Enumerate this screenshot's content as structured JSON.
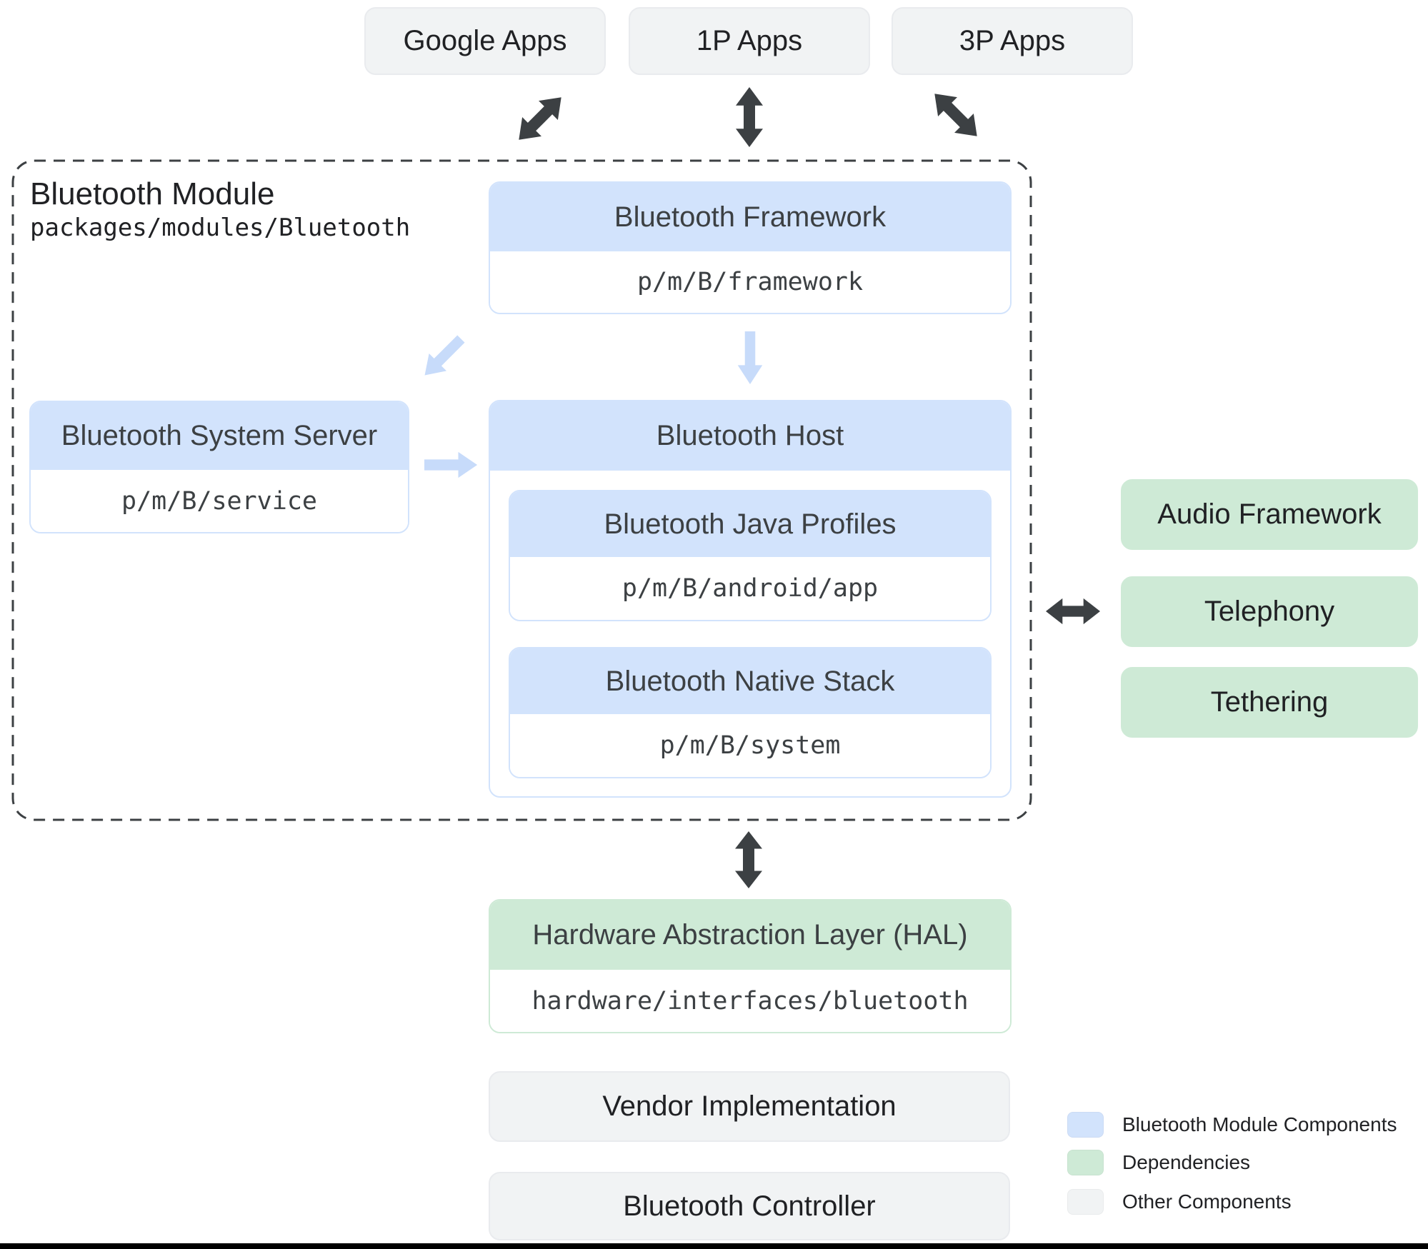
{
  "top_apps": {
    "google": "Google Apps",
    "first_party": "1P Apps",
    "third_party": "3P Apps"
  },
  "module": {
    "title": "Bluetooth Module",
    "path": "packages/modules/Bluetooth",
    "framework": {
      "title": "Bluetooth Framework",
      "path": "p/m/B/framework"
    },
    "system_server": {
      "title": "Bluetooth System Server",
      "path": "p/m/B/service"
    },
    "host": {
      "title": "Bluetooth Host",
      "java_profiles": {
        "title": "Bluetooth Java Profiles",
        "path": "p/m/B/android/app"
      },
      "native_stack": {
        "title": "Bluetooth Native Stack",
        "path": "p/m/B/system"
      }
    }
  },
  "dependencies": {
    "audio": "Audio Framework",
    "telephony": "Telephony",
    "tethering": "Tethering"
  },
  "hal": {
    "title": "Hardware Abstraction Layer (HAL)",
    "path": "hardware/interfaces/bluetooth"
  },
  "other_components": {
    "vendor": "Vendor Implementation",
    "controller": "Bluetooth Controller"
  },
  "legend": {
    "module_components": {
      "label": "Bluetooth Module Components",
      "color": "#d2e3fc"
    },
    "dependencies": {
      "label": "Dependencies",
      "color": "#ceead6"
    },
    "other": {
      "label": "Other Components",
      "color": "#f1f3f4"
    }
  },
  "colors": {
    "module_component_fill": "#d2e3fc",
    "dependency_fill": "#ceead6",
    "other_fill": "#f1f3f4",
    "arrow_dark": "#3c4043",
    "arrow_light": "#c7dbfa",
    "dashed_border": "#3c4043"
  }
}
